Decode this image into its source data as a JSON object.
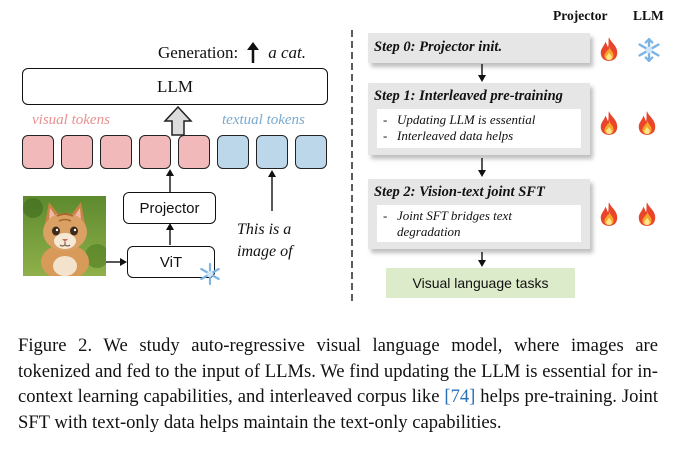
{
  "header": {
    "projector_label": "Projector",
    "llm_label": "LLM"
  },
  "left": {
    "generation_label": "Generation:",
    "generation_output": "a cat.",
    "llm_box": "LLM",
    "visual_tokens_label": "visual tokens",
    "textual_tokens_label": "textual tokens",
    "projector_box": "Projector",
    "vit_box": "ViT",
    "text_input_line1": "This is a",
    "text_input_line2": "image of"
  },
  "steps": [
    {
      "title": "Step 0: Projector init.",
      "bullets": [],
      "projector_icon": "fire-icon",
      "llm_icon": "snowflake-icon"
    },
    {
      "title": "Step 1: Interleaved pre-training",
      "bullets": [
        "Updating LLM is essential",
        "Interleaved data helps"
      ],
      "projector_icon": "fire-icon",
      "llm_icon": "fire-icon"
    },
    {
      "title": "Step 2: Vision-text joint SFT",
      "bullets": [
        "Joint SFT bridges text degradation"
      ],
      "projector_icon": "fire-icon",
      "llm_icon": "fire-icon"
    }
  ],
  "final_box": "Visual language tasks",
  "caption": {
    "part1": "Figure 2. We study auto-regressive visual language model, where images are tokenized and fed to the input of LLMs. We find updating the LLM is essential for in-context learning capabilities, and interleaved corpus like ",
    "ref": "[74]",
    "part2": " helps pre-training. Joint SFT with text-only data helps maintain the text-only capabilities."
  },
  "colors": {
    "visual_token": "#f2b9bb",
    "textual_token": "#bcd7ea",
    "visual_label": "#e8908f",
    "textual_label": "#7aa9cf",
    "step_bg": "#e6e6e6",
    "final_box": "#dcebc9",
    "reference": "#2a6fb5"
  }
}
